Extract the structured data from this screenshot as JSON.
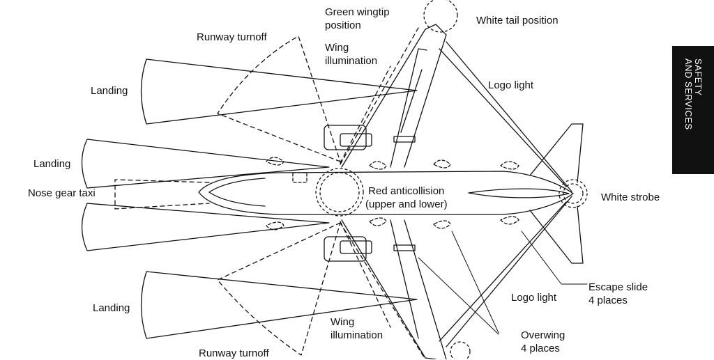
{
  "labels": {
    "green_wingtip": [
      "Green wingtip",
      "position"
    ],
    "white_tail": "White tail position",
    "runway_turnoff_top": "Runway turnoff",
    "wing_illum_top": [
      "Wing",
      "illumination"
    ],
    "landing_1": "Landing",
    "landing_2": "Landing",
    "landing_3": "Landing",
    "logo_light_top": "Logo light",
    "nose_gear_taxi": "Nose gear taxi",
    "red_anticollision": [
      "Red anticollision",
      "(upper and lower)"
    ],
    "white_strobe": "White strobe",
    "logo_light_bottom": "Logo light",
    "escape_slide": [
      "Escape slide",
      "4 places"
    ],
    "wing_illum_bottom": [
      "Wing",
      "illumination"
    ],
    "overwing": [
      "Overwing",
      "4 places"
    ],
    "runway_turnoff_bottom": "Runway turnoff"
  },
  "side_tab": [
    "SAFETY",
    "AND SERVICES"
  ],
  "colors": {
    "ink": "#111111",
    "tab_bg": "#111111",
    "tab_text": "#ffffff",
    "paper": "#ffffff"
  }
}
